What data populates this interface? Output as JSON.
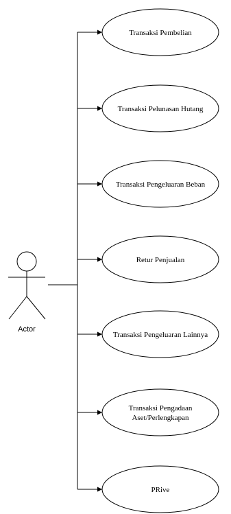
{
  "actor": {
    "label": "Actor"
  },
  "use_cases": [
    {
      "lines": [
        "Transaksi Pembelian"
      ]
    },
    {
      "lines": [
        "Transaksi Pelunasan Hutang"
      ]
    },
    {
      "lines": [
        "Transaksi Pengeluaran Beban"
      ]
    },
    {
      "lines": [
        "Retur Penjualan"
      ]
    },
    {
      "lines": [
        "Transaksi Pengeluaran Lainnya"
      ]
    },
    {
      "lines": [
        "Transaksi Pengadaan",
        "Aset/Perlengkapan"
      ]
    },
    {
      "lines": [
        "PRive"
      ]
    }
  ],
  "colors": {
    "stroke": "#000000",
    "background": "#ffffff"
  }
}
